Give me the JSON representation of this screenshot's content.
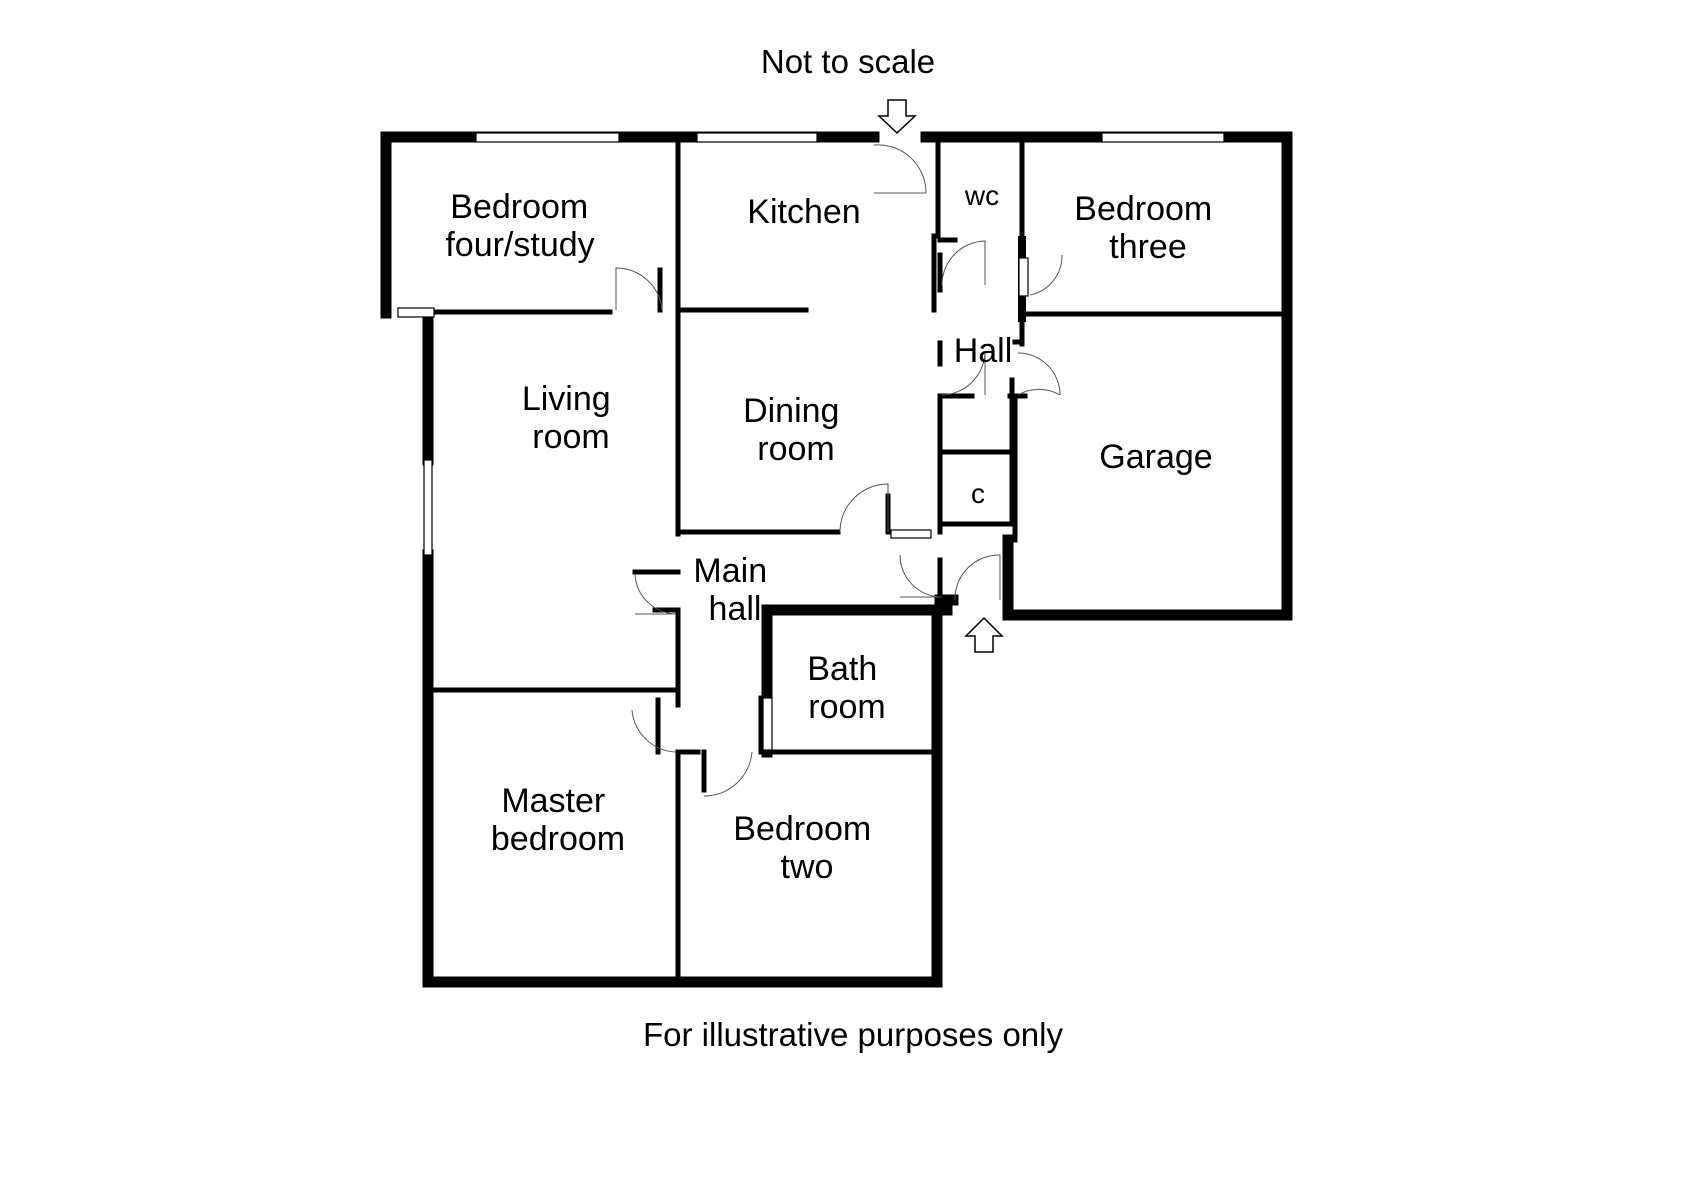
{
  "notes": {
    "top": "Not to scale",
    "bottom": "For illustrative purposes only"
  },
  "rooms": {
    "bedroom_four": [
      "Bedroom",
      "four/study"
    ],
    "kitchen": [
      "Kitchen"
    ],
    "wc": [
      "wc"
    ],
    "bedroom_three": [
      "Bedroom",
      "three"
    ],
    "hall": [
      "Hall"
    ],
    "living_room": [
      "Living",
      "room"
    ],
    "dining_room": [
      "Dining",
      "room"
    ],
    "garage": [
      "Garage"
    ],
    "cupboard": [
      "c"
    ],
    "main_hall": [
      "Main",
      "hall"
    ],
    "bathroom": [
      "Bath",
      "room"
    ],
    "master_bedroom": [
      "Master",
      "bedroom"
    ],
    "bedroom_two": [
      "Bedroom",
      "two"
    ]
  },
  "icons": {
    "top_entrance": "arrow-down-icon",
    "bottom_entrance": "arrow-up-icon"
  }
}
